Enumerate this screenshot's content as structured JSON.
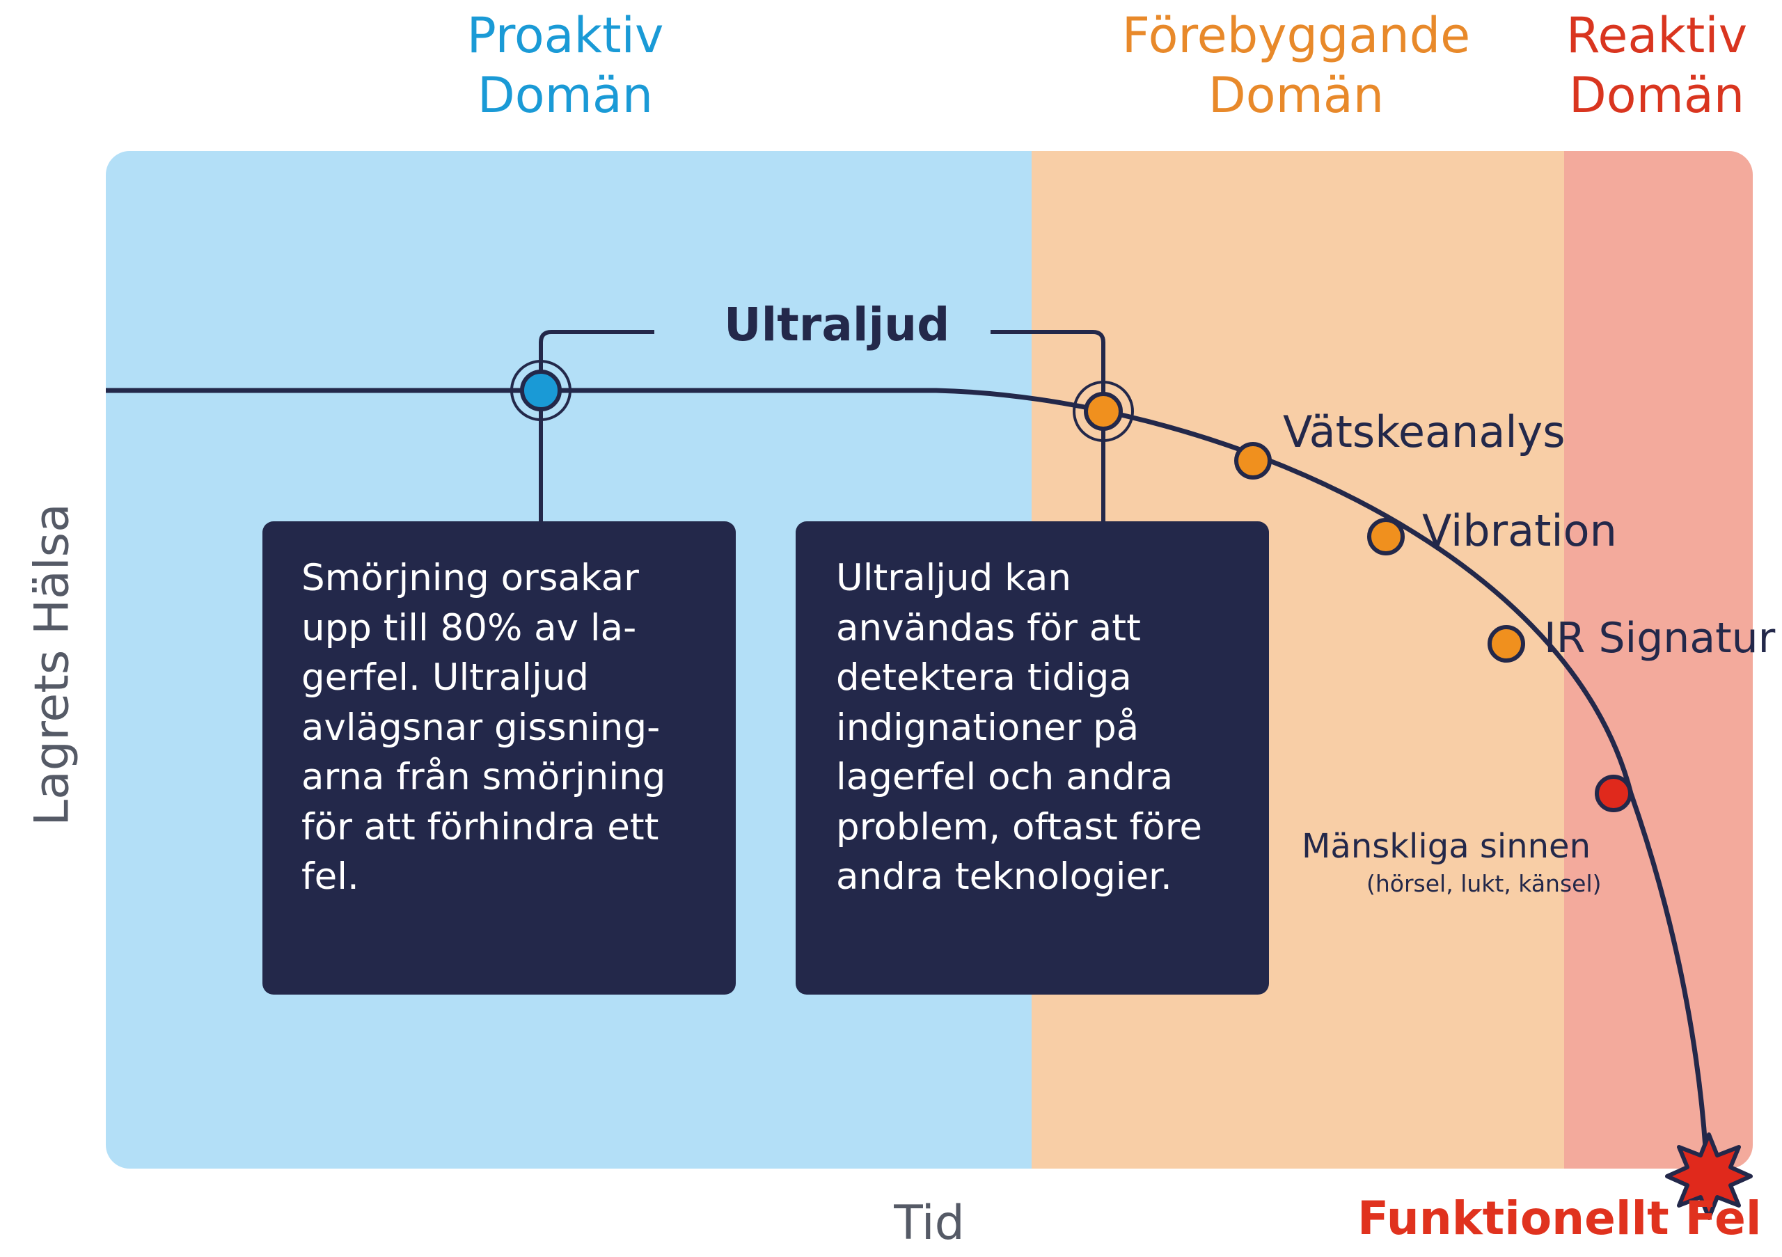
{
  "domains": {
    "proactive": {
      "line1": "Proaktiv",
      "line2": "Domän",
      "color": "#1a9ad6",
      "bg": "#b3dff7"
    },
    "preventive": {
      "line1": "Förebyggande",
      "line2": "Domän",
      "color": "#e8892a",
      "bg": "#f8cea6"
    },
    "reactive": {
      "line1": "Reaktiv",
      "line2": "Domän",
      "color": "#d9351f",
      "bg": "#f3aa9c"
    }
  },
  "ultrasound_heading": "Ultraljud",
  "box_left": {
    "lines": [
      "Smörjning orsakar",
      "upp till 80% av la-",
      "gerfel. Ultraljud",
      "avlägsnar gissning-",
      "arna från smörjning",
      "för att förhindra ett",
      "fel."
    ]
  },
  "box_right": {
    "lines": [
      "Ultraljud kan",
      "användas för att",
      "detektera tidiga",
      "indignationer på",
      "lagerfel och andra",
      "problem, oftast före",
      "andra teknologier."
    ]
  },
  "techniques": {
    "fluid": "Vätskeanalys",
    "vibration": "Vibration",
    "ir": "IR Signatur",
    "senses": "Mänskliga sinnen",
    "senses_detail": "(hörsel, lukt, känsel)"
  },
  "axes": {
    "y": "Lagrets Hälsa",
    "x": "Tid"
  },
  "failure": "Funktionellt Fel",
  "colors": {
    "line": "#23284a",
    "proactive_dot": "#1a9ad6",
    "preventive_dot": "#f0901e",
    "reactive_dot": "#e0291c",
    "failure_star": "#e0291c"
  },
  "icons": {
    "failure": "explosion-star-icon"
  }
}
